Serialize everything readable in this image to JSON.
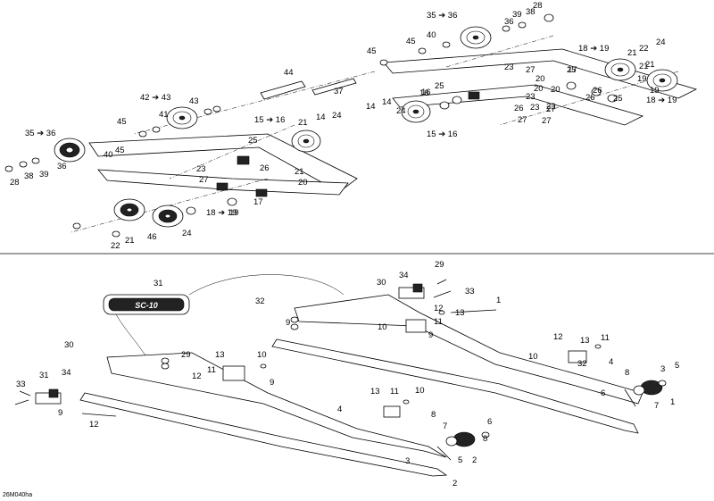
{
  "diagram_ref": "26M040ha",
  "labels": [
    "28",
    "39",
    "38",
    "35 ➔ 36",
    "36",
    "45",
    "40",
    "45",
    "23",
    "27",
    "18 ➔ 19",
    "22",
    "24",
    "21",
    "25",
    "17",
    "20",
    "20",
    "21",
    "19",
    "44",
    "37",
    "23",
    "26",
    "18 ➔ 19",
    "27",
    "23",
    "27",
    "42 ➔ 43",
    "43",
    "41",
    "45",
    "35 ➔ 36",
    "40",
    "45",
    "36",
    "28",
    "38",
    "39",
    "15 ➔ 16",
    "21",
    "14",
    "24",
    "25",
    "16",
    "19",
    "21",
    "14",
    "24",
    "14",
    "16",
    "25",
    "26",
    "15 ➔ 16",
    "20",
    "26",
    "23",
    "27",
    "23",
    "27",
    "21",
    "20",
    "26",
    "25",
    "17",
    "19",
    "18 ➔ 19",
    "24",
    "22",
    "21",
    "46",
    "31",
    "29",
    "30",
    "34",
    "33",
    "1",
    "32",
    "9",
    "12",
    "11",
    "13",
    "10",
    "9",
    "12",
    "13",
    "11",
    "10",
    "4",
    "8",
    "6",
    "3",
    "5",
    "7",
    "1",
    "32",
    "30",
    "29",
    "31",
    "34",
    "33",
    "9",
    "12",
    "13",
    "11",
    "10",
    "12",
    "9",
    "11",
    "13",
    "10",
    "4",
    "8",
    "7",
    "5",
    "6",
    "8",
    "3",
    "2",
    "2"
  ]
}
